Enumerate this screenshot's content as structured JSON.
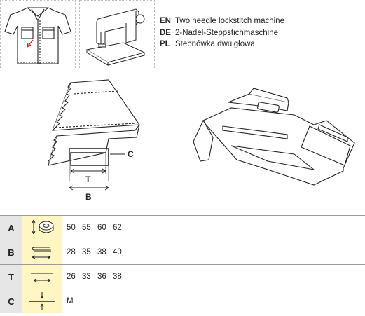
{
  "legend": [
    {
      "code": "EN",
      "text": "Two needle lockstitch machine"
    },
    {
      "code": "DE",
      "text": "2-Nadel-Steppstichmaschine"
    },
    {
      "code": "PL",
      "text": "Stebnówka dwuigłowa"
    }
  ],
  "diagram": {
    "label_c": "C",
    "label_t": "T",
    "label_b": "B"
  },
  "specs": [
    {
      "letter": "A",
      "icon": "tape-roll-width-icon",
      "values": [
        "50",
        "55",
        "60",
        "62"
      ]
    },
    {
      "letter": "B",
      "icon": "folded-width-icon",
      "values": [
        "28",
        "35",
        "38",
        "40"
      ]
    },
    {
      "letter": "T",
      "icon": "finished-width-icon",
      "values": [
        "26",
        "33",
        "36",
        "38"
      ]
    },
    {
      "letter": "C",
      "icon": "material-thickness-icon",
      "values": [
        "M"
      ]
    }
  ]
}
